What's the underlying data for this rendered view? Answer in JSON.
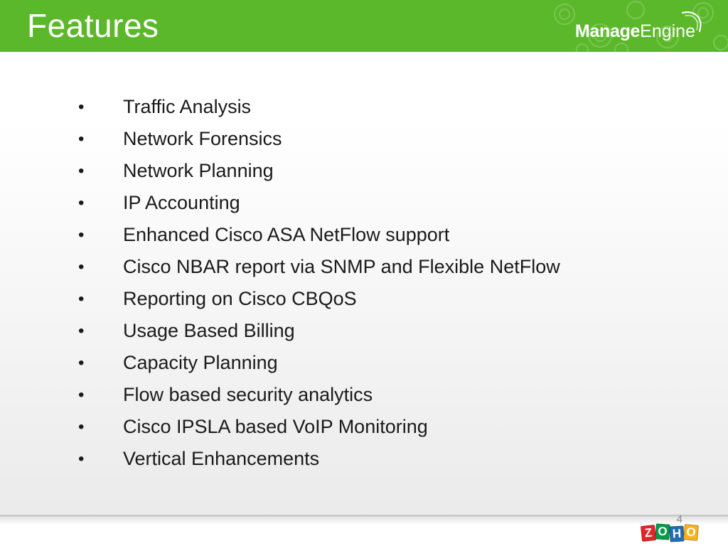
{
  "slide": {
    "title": "Features",
    "brand": {
      "name_bold": "Manage",
      "name_light": "Engine",
      "header_color": "#5cb82b"
    },
    "bullets": [
      "Traffic Analysis",
      "Network Forensics",
      "Network Planning",
      "IP Accounting",
      "Enhanced Cisco ASA NetFlow support",
      "Cisco NBAR report via SNMP and Flexible NetFlow",
      "Reporting on Cisco CBQoS",
      "Usage Based Billing",
      "Capacity Planning",
      "Flow based security analytics",
      "Cisco IPSLA based VoIP Monitoring",
      "Vertical Enhancements"
    ],
    "bullet_symbol": "•",
    "page_number": "4",
    "footer_logo": {
      "letters": [
        "Z",
        "O",
        "H",
        "O"
      ],
      "colors": [
        "#e42527",
        "#089949",
        "#226db4",
        "#f9b21d"
      ]
    }
  }
}
